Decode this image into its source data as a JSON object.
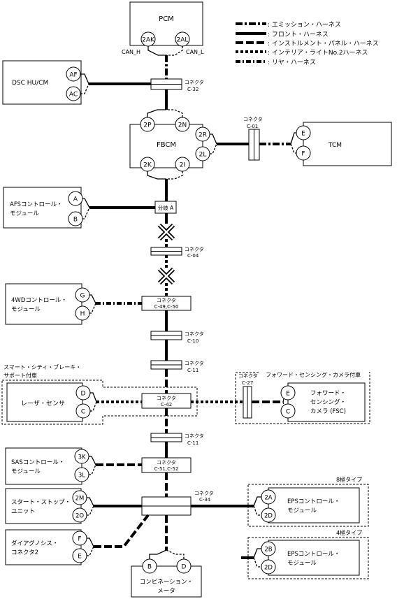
{
  "legend": [
    {
      "style": "emission",
      "label": ": エミッション・ハーネス"
    },
    {
      "style": "front",
      "label": ": フロント・ハーネス"
    },
    {
      "style": "ip",
      "label": ": インストルメント・パネル・ハーネス"
    },
    {
      "style": "interior",
      "label": ": インテリア・ライトNo.2ハーネス"
    },
    {
      "style": "rear",
      "label": ": リヤ・ハーネス"
    }
  ],
  "modules": {
    "pcm": {
      "name": "PCM",
      "pins": [
        "2AK",
        "2AL"
      ],
      "can_h": "CAN_H",
      "can_l": "CAN_L"
    },
    "dsc": {
      "name": "DSC HU/CM",
      "pins": [
        "AF",
        "AC"
      ]
    },
    "fbcm": {
      "name": "FBCM",
      "pins_top": [
        "2P",
        "2N"
      ],
      "pins_right": [
        "2R",
        "2L"
      ],
      "pins_bottom": [
        "2K",
        "2I"
      ]
    },
    "tcm": {
      "name": "TCM",
      "pins": [
        "E",
        "F"
      ]
    },
    "afs": {
      "line1": "AFSコントロール・",
      "line2": "モジュール",
      "pins": [
        "A",
        "B"
      ]
    },
    "fourwd": {
      "line1": "4WDコントロール・",
      "line2": "モジュール",
      "pins": [
        "G",
        "H"
      ]
    },
    "scbs": {
      "group1": "スマート・シティ・ブレーキ・",
      "group2": "サポート付車",
      "name": "レーザ・センサ",
      "pins": [
        "D",
        "C"
      ]
    },
    "fsc": {
      "group": "フォワード・センシング・カメラ付車",
      "line1": "フォワード・",
      "line2": "センシング・",
      "line3": "カメラ (FSC)",
      "pins": [
        "E",
        "C"
      ]
    },
    "sas": {
      "line1": "SASコントロール・",
      "line2": "モジュール",
      "pins": [
        "3K",
        "3L"
      ]
    },
    "startstop": {
      "line1": "スタート・ストップ・",
      "line2": "ユニット",
      "pins": [
        "2M",
        "2O"
      ]
    },
    "diag": {
      "line1": "ダイアグノシス・",
      "line2": "コネクタ2",
      "pins": [
        "F",
        "E"
      ]
    },
    "eps8": {
      "type": "8極タイプ",
      "line1": "EPSコントロール・",
      "line2": "モジュール",
      "pins": [
        "2A",
        "2D"
      ]
    },
    "eps4": {
      "type": "4極タイプ",
      "line1": "EPSコントロール・",
      "line2": "モジュール",
      "pins": [
        "2B",
        "2D"
      ]
    },
    "meter": {
      "line1": "コンビネーション・",
      "line2": "メータ",
      "pins": [
        "B",
        "D"
      ]
    }
  },
  "connectors": {
    "label": "コネクタ",
    "c32": "C-32",
    "c01": "C-01",
    "branch": "分岐 A",
    "c04": "C-04",
    "c4950": "C-49,C-50",
    "c10": "C-10",
    "c11": "C-11",
    "c42": "C-42",
    "c27": "C-27",
    "c11b": "C-11",
    "c5152": "C-51,C-52",
    "c34": "C-34"
  }
}
